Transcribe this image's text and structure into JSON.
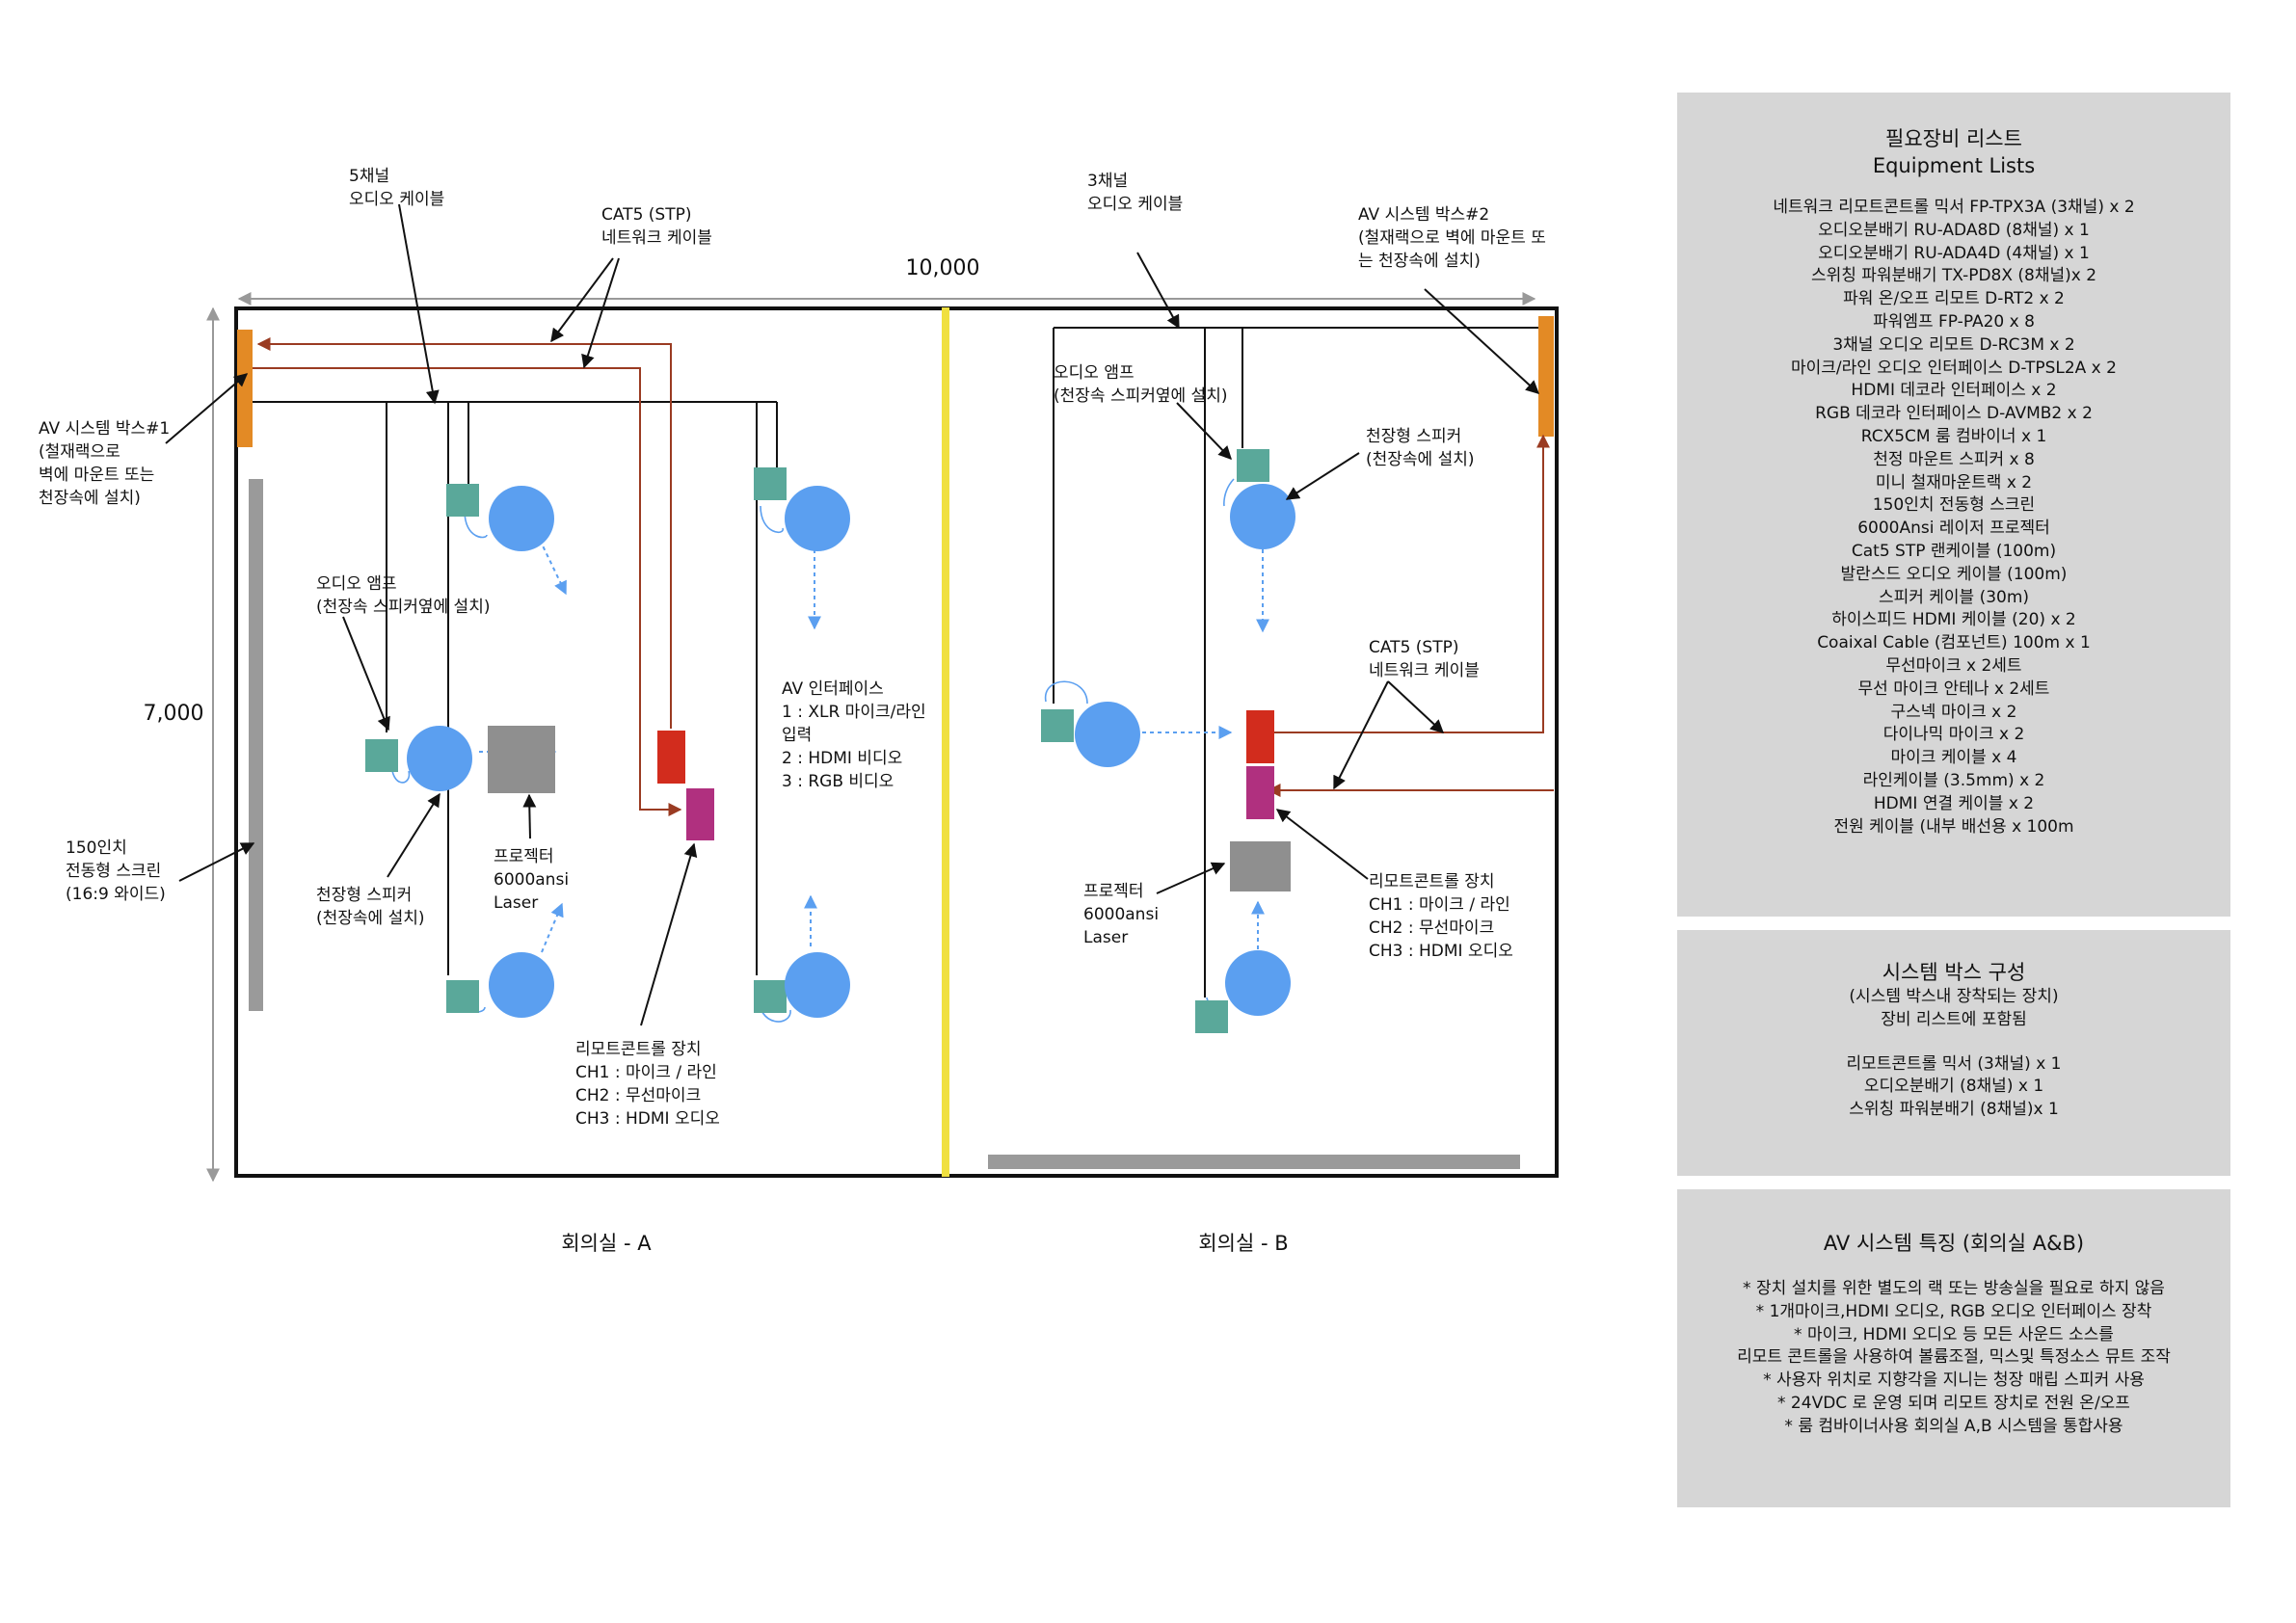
{
  "rooms": {
    "room_a": "회의실 - A",
    "room_b": "회의실 - B"
  },
  "dimensions": {
    "width": "10,000",
    "height": "7,000"
  },
  "labels": {
    "audio5": [
      "5채널",
      "오디오 케이블"
    ],
    "cat5_a": [
      "CAT5 (STP)",
      "네트워크 케이블"
    ],
    "audio3": [
      "3채널",
      "오디오 케이블"
    ],
    "avbox2": [
      "AV 시스템 박스#2",
      "(철재랙으로 벽에 마운트 또",
      "는 천장속에 설치)"
    ],
    "avbox1": [
      "AV 시스템 박스#1",
      "(철재랙으로",
      "벽에 마운트 또는",
      "천장속에 설치)"
    ],
    "amp_a": [
      "오디오 앰프",
      "(천장속 스피커옆에 설치)"
    ],
    "amp_b": [
      "오디오 앰프",
      "(천장속 스피커옆에 설치)"
    ],
    "ceilspk_b": [
      "천장형 스피커",
      "(천장속에 설치)"
    ],
    "ceilspk_a": [
      "천장형 스피커",
      "(천장속에 설치)"
    ],
    "avif": [
      "AV 인터페이스",
      "1 : XLR 마이크/라인",
      "입력",
      "2 : HDMI 비디오",
      "3 : RGB 비디오"
    ],
    "cat5_b": [
      "CAT5 (STP)",
      "네트워크 케이블"
    ],
    "screen": [
      "150인치",
      "전동형 스크린",
      "(16:9 와이드)"
    ],
    "proj_a": [
      "프로젝터",
      "6000ansi",
      "Laser"
    ],
    "proj_b": [
      "프로젝터",
      "6000ansi",
      "Laser"
    ],
    "remote_a": [
      "리모트콘트롤 장치",
      "CH1 : 마이크 / 라인",
      "CH2 : 무선마이크",
      "CH3 : HDMI 오디오"
    ],
    "remote_b": [
      "리모트콘트롤 장치",
      "CH1 : 마이크 / 라인",
      "CH2 : 무선마이크",
      "CH3 : HDMI 오디오"
    ]
  },
  "panels": {
    "equipment": {
      "title_ko": "필요장비 리스트",
      "title_en": "Equipment Lists",
      "items": [
        "네트워크 리모트콘트롤 믹서 FP-TPX3A (3채널) x 2",
        "오디오분배기 RU-ADA8D (8채널) x 1",
        "오디오분배기 RU-ADA4D (4채널) x 1",
        "스위칭 파워분배기 TX-PD8X (8채널)x 2",
        "파워 온/오프 리모트 D-RT2 x 2",
        "파워엠프 FP-PA20 x 8",
        "3채널 오디오 리모트 D-RC3M x 2",
        "마이크/라인 오디오 인터페이스 D-TPSL2A x 2",
        "HDMI 데코라 인터페이스 x 2",
        "RGB 데코라 인터페이스 D-AVMB2 x 2",
        "RCX5CM 룸 컴바이너 x 1",
        "천정 마운트 스피커 x 8",
        "미니 철재마운트랙 x 2",
        "150인치 전동형 스크린",
        "6000Ansi 레이저 프로젝터",
        "Cat5 STP 랜케이블 (100m)",
        "발란스드 오디오 케이블 (100m)",
        "스피커 케이블 (30m)",
        "하이스피드 HDMI 케이블 (20) x 2",
        "Coaixal Cable (컴포넌트) 100m x 1",
        "무선마이크 x 2세트",
        "무선 마이크 안테나 x 2세트",
        "구스넥 마이크 x 2",
        "다이나믹 마이크  x 2",
        "마이크 케이블  x 4",
        "라인케이블 (3.5mm) x 2",
        "HDMI 연결 케이블  x 2",
        "전원 케이블 (내부 배선용  x 100m"
      ]
    },
    "systembox": {
      "title": "시스템 박스 구성",
      "sub1": "(시스템 박스내 장착되는 장치)",
      "sub2": "장비 리스트에 포함됨",
      "items": [
        "리모트콘트롤 믹서 (3채널) x 1",
        "오디오분배기 (8채널) x 1",
        "스위칭 파워분배기 (8채널)x 1"
      ]
    },
    "features": {
      "title": "AV 시스템 특징 (회의실 A&B)",
      "items": [
        "* 장치 설치를 위한 별도의 랙 또는 방송실을 필요로 하지 않음",
        "* 1개마이크,HDMI 오디오, RGB 오디오 인터페이스 장착",
        "* 마이크, HDMI 오디오 등 모든 사운드 소스를",
        "리모트 콘트롤을 사용하여 볼륨조절, 믹스및 특정소스 뮤트 조작",
        "* 사용자 위치로 지향각을 지니는 청장 매립 스피커 사용",
        "* 24VDC 로 운영 되며 리모트 장치로 전원 온/오프",
        "* 룸 컴바이너사용 회의실 A,B 시스템을 통합사용"
      ]
    }
  },
  "colors": {
    "amp": "#5aa89a",
    "speaker": "#5b9ff0",
    "projector": "#8f8f8f",
    "remote": "#d22c1d",
    "interface": "#b0307f",
    "avbox": "#e38a25",
    "divider": "#f0e040",
    "network": "#9a3b22",
    "screen": "#9a9a9a",
    "panel": "#d6d6d6"
  }
}
